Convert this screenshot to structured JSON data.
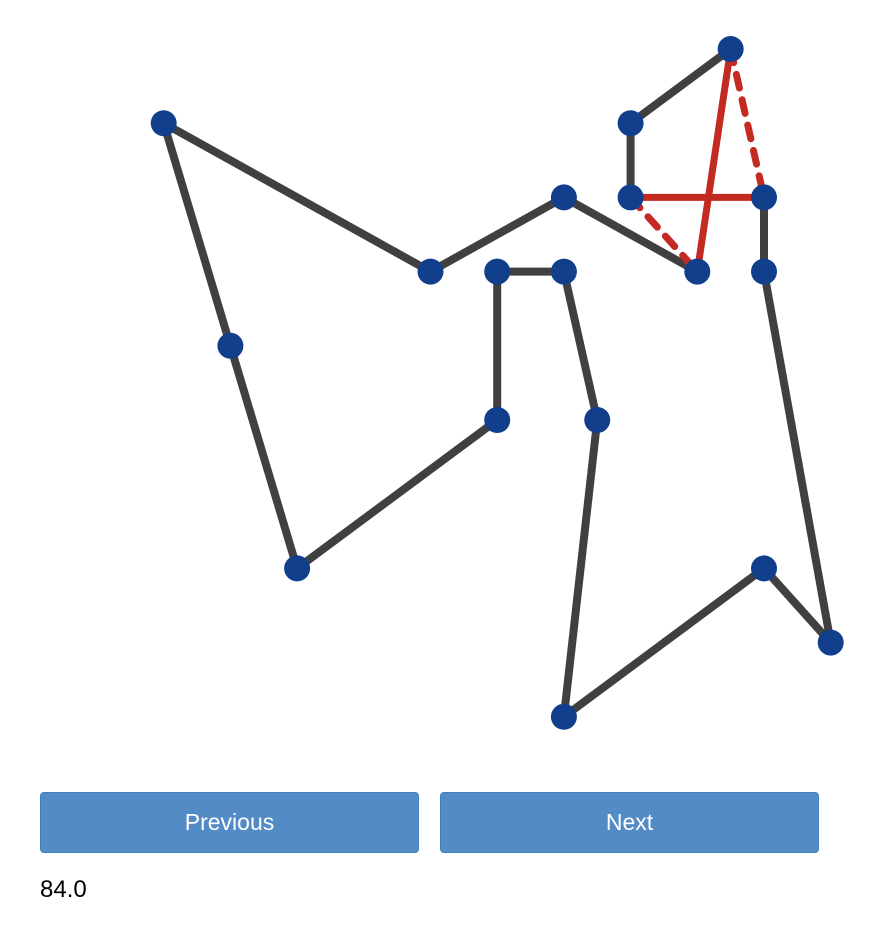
{
  "controls": {
    "previous_label": "Previous",
    "next_label": "Next"
  },
  "score": "84.0",
  "colors": {
    "edge": "#404040",
    "node": "#123f8c",
    "highlight": "#c22a22",
    "button": "#538bc7"
  },
  "graph": {
    "grid_columns": 12,
    "grid_rows": 10,
    "nodes": [
      {
        "id": "n0",
        "col": 1,
        "row": 1
      },
      {
        "id": "n1",
        "col": 2,
        "row": 4
      },
      {
        "id": "n2",
        "col": 3,
        "row": 7
      },
      {
        "id": "n3",
        "col": 6,
        "row": 5
      },
      {
        "id": "n4",
        "col": 6,
        "row": 3
      },
      {
        "id": "n5",
        "col": 7,
        "row": 3
      },
      {
        "id": "n6",
        "col": 7.5,
        "row": 5
      },
      {
        "id": "n7",
        "col": 7,
        "row": 9
      },
      {
        "id": "n8",
        "col": 10,
        "row": 7
      },
      {
        "id": "n9",
        "col": 11,
        "row": 8
      },
      {
        "id": "n10",
        "col": 10,
        "row": 3
      },
      {
        "id": "n11",
        "col": 10,
        "row": 2
      },
      {
        "id": "n12",
        "col": 8,
        "row": 2
      },
      {
        "id": "n13",
        "col": 8,
        "row": 1
      },
      {
        "id": "n14",
        "col": 9.5,
        "row": 0
      },
      {
        "id": "n15",
        "col": 9,
        "row": 3
      },
      {
        "id": "n16",
        "col": 7,
        "row": 2
      },
      {
        "id": "n17",
        "col": 5,
        "row": 3
      }
    ],
    "edges": [
      [
        "n0",
        "n1"
      ],
      [
        "n1",
        "n2"
      ],
      [
        "n2",
        "n3"
      ],
      [
        "n3",
        "n4"
      ],
      [
        "n4",
        "n5"
      ],
      [
        "n5",
        "n6"
      ],
      [
        "n6",
        "n7"
      ],
      [
        "n7",
        "n8"
      ],
      [
        "n8",
        "n9"
      ],
      [
        "n9",
        "n10"
      ],
      [
        "n10",
        "n11"
      ],
      [
        "n12",
        "n13"
      ],
      [
        "n13",
        "n14"
      ],
      [
        "n15",
        "n16"
      ],
      [
        "n16",
        "n17"
      ],
      [
        "n17",
        "n0"
      ]
    ],
    "added_edges": [
      [
        "n12",
        "n11"
      ],
      [
        "n14",
        "n15"
      ]
    ],
    "removed_edges": [
      [
        "n12",
        "n15"
      ],
      [
        "n14",
        "n11"
      ]
    ]
  }
}
